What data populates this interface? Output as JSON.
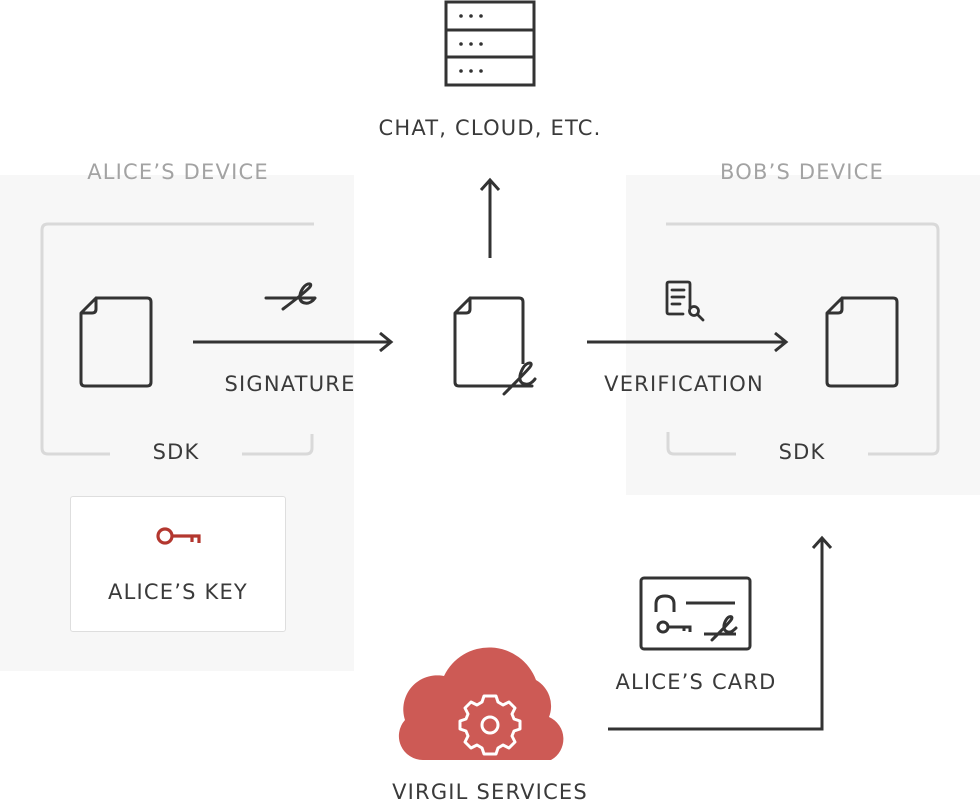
{
  "server": {
    "label": "CHAT, CLOUD, ETC.",
    "icon": "server-icon"
  },
  "alice_device": {
    "title": "ALICE’S DEVICE",
    "sdk_label": "SDK",
    "key_label": "ALICE’S KEY",
    "key_icon": "key-icon"
  },
  "bob_device": {
    "title": "BOB’S DEVICE",
    "sdk_label": "SDK"
  },
  "flow": {
    "signature_label": "SIGNATURE",
    "verification_label": "VERIFICATION"
  },
  "virgil": {
    "label": "VIRGIL SERVICES",
    "card_label": "ALICE’S CARD",
    "cloud_icon": "cloud-gear-icon",
    "card_icon": "id-card-icon"
  },
  "colors": {
    "accent": "#cd5a55",
    "key": "#b3372f",
    "stroke": "#333333",
    "panel": "#f7f7f7",
    "frame": "#d9d9d9",
    "muted_text": "#a3a3a3"
  }
}
